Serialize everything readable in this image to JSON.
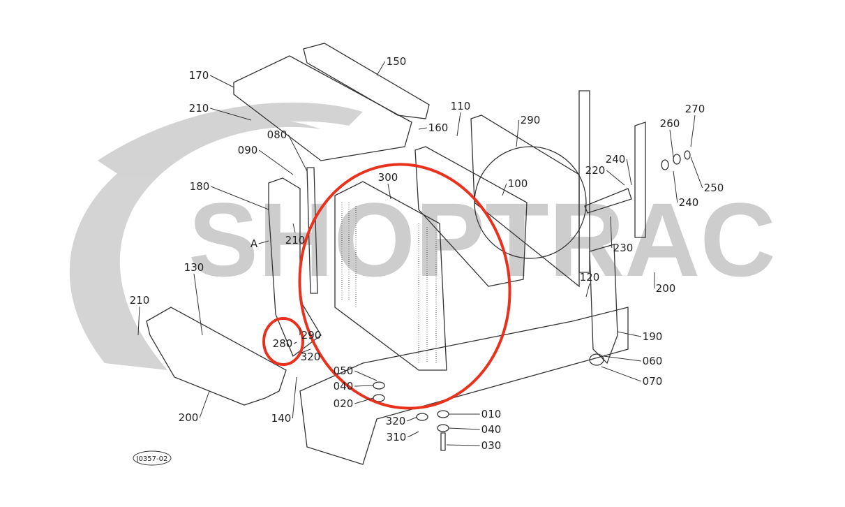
{
  "watermark": "SHOPTRAC",
  "diagram_code": "J0357-02",
  "highlight_color": "#e8321e",
  "part_labels": [
    "150",
    "170",
    "210",
    "160",
    "110",
    "290",
    "270",
    "260",
    "090",
    "080",
    "300",
    "100",
    "220",
    "240",
    "240",
    "250",
    "180",
    "A",
    "210",
    "230",
    "120",
    "200",
    "130",
    "210",
    "290",
    "280",
    "320",
    "190",
    "060",
    "050",
    "040",
    "020",
    "070",
    "010",
    "320",
    "040",
    "310",
    "140",
    "200",
    "030"
  ]
}
